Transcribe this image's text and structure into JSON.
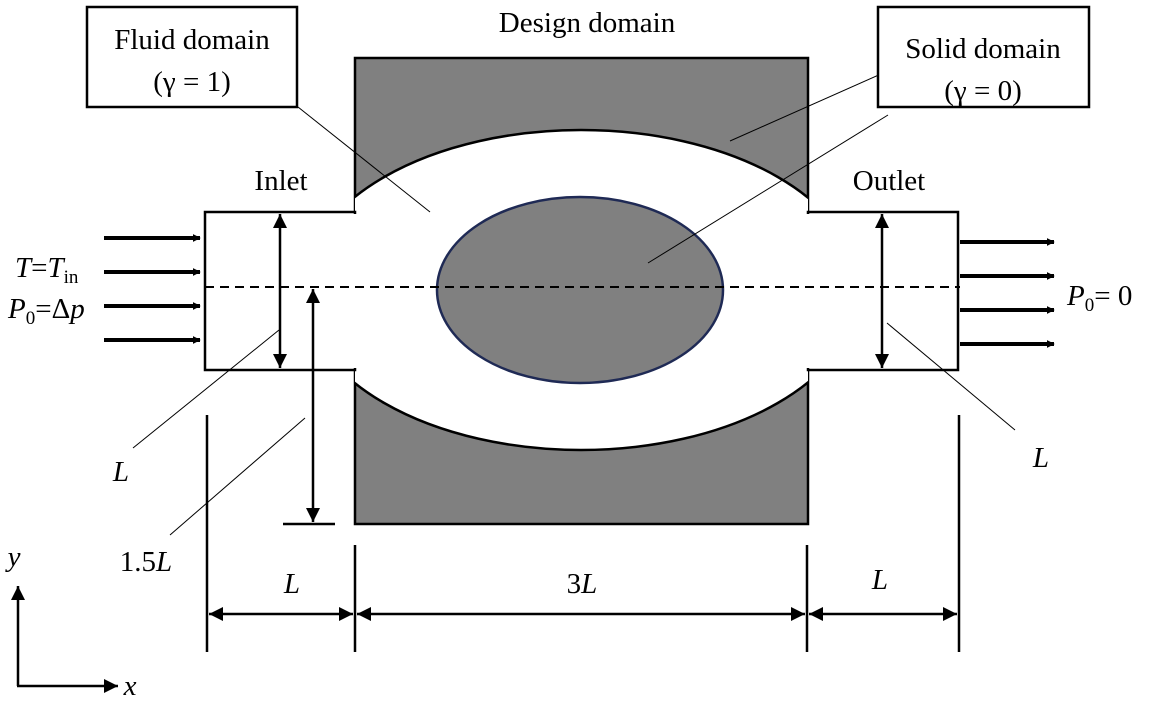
{
  "labels": {
    "design_domain": "Design domain",
    "fluid_domain_line1": "Fluid domain",
    "fluid_domain_line2": "(γ = 1)",
    "solid_domain_line1": "Solid domain",
    "solid_domain_line2": "(γ = 0)",
    "inlet": "Inlet",
    "outlet": "Outlet"
  },
  "inlet_conditions": {
    "temp_T": "T",
    "temp_eq": "=",
    "temp_Tin": "T",
    "temp_Tin_sub": "in",
    "pressure_P": "P",
    "pressure_sub": "0",
    "pressure_eq": "=Δ",
    "pressure_p": "p"
  },
  "outlet_condition": {
    "P": "P",
    "sub": "0",
    "value": "= 0"
  },
  "dimensions": {
    "inlet_height": "L",
    "outlet_height": "L",
    "offset_prefix": "1.5",
    "offset_var": "L",
    "inlet_length": "L",
    "design_length_prefix": "3",
    "design_length_var": "L",
    "outlet_length": "L"
  },
  "axes": {
    "y": "y",
    "x": "x"
  },
  "colors": {
    "solid": "#808080",
    "fluid": "#ffffff",
    "ellipse_border": "#1f2a55",
    "line": "#000000"
  }
}
